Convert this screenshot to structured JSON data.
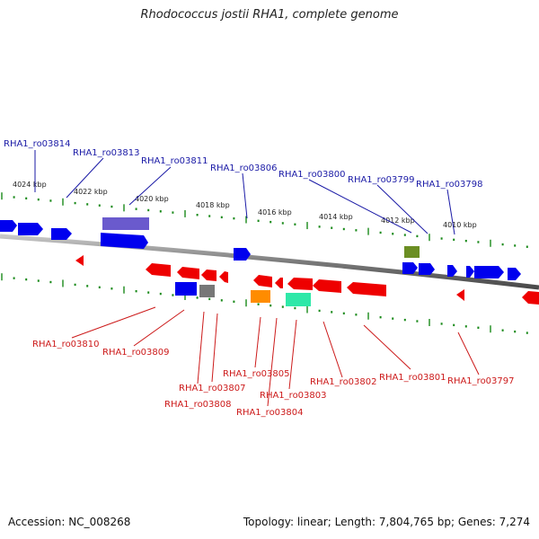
{
  "title": "Rhodococcus jostii RHA1, complete genome",
  "footer": {
    "accession": "Accession: NC_008268",
    "summary": "Topology: linear; Length: 7,804,765 bp; Genes: 7,274"
  },
  "axis_ticks": [
    "4024 kbp",
    "4022 kbp",
    "4020 kbp",
    "4018 kbp",
    "4016 kbp",
    "4014 kbp",
    "4012 kbp",
    "4010 kbp"
  ],
  "forward_labels": [
    "RHA1_ro03814",
    "RHA1_ro03813",
    "RHA1_ro03811",
    "RHA1_ro03806",
    "RHA1_ro03800",
    "RHA1_ro03799",
    "RHA1_ro03798"
  ],
  "reverse_labels": [
    "RHA1_ro03810",
    "RHA1_ro03809",
    "RHA1_ro03805",
    "RHA1_ro03807",
    "RHA1_ro03808",
    "RHA1_ro03803",
    "RHA1_ro03804",
    "RHA1_ro03802",
    "RHA1_ro03801",
    "RHA1_ro03797"
  ],
  "colors": {
    "forward": "#0000ee",
    "reverse": "#ee0000",
    "backbone": "#888888",
    "tick": "#1a8a1a",
    "purple": "#6a5acd",
    "gray": "#777777",
    "orange": "#ff8c00",
    "teal": "#2ee8a8",
    "olive": "#6b8e23"
  }
}
